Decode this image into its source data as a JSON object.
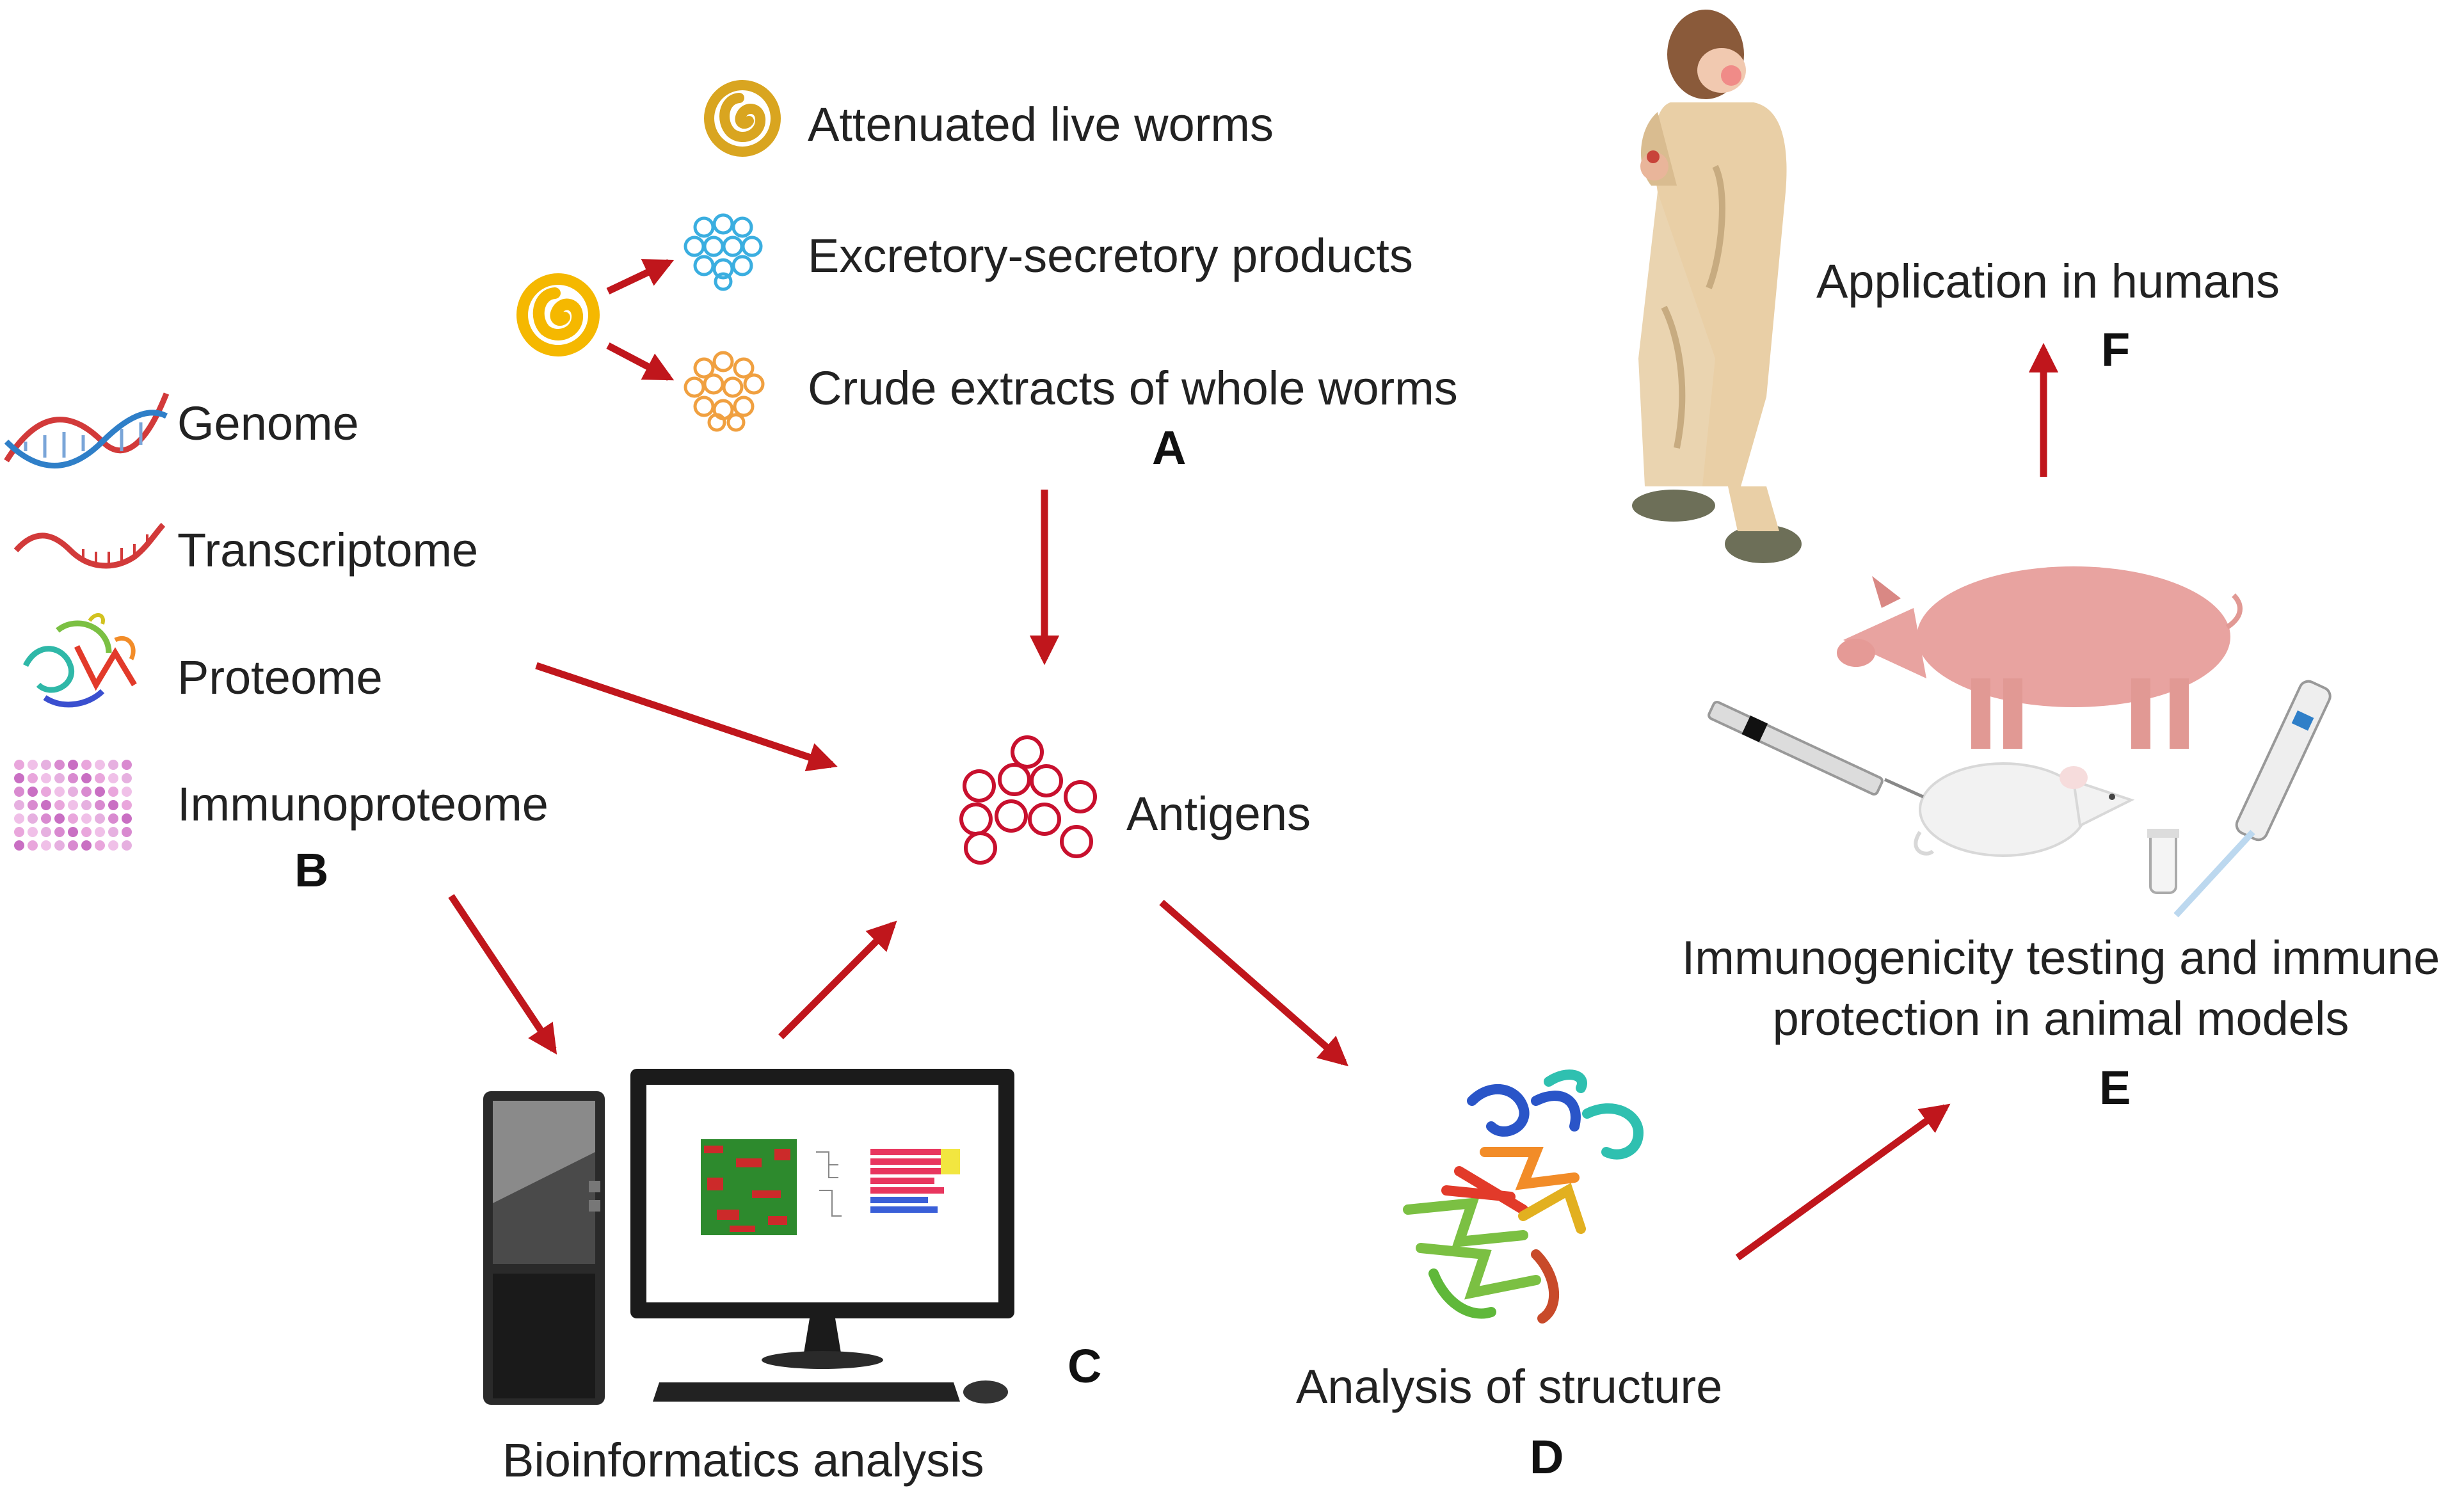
{
  "sources_a": {
    "attenuated": "Attenuated live worms",
    "excretory": "Excretory-secretory products",
    "crude": "Crude extracts of whole worms",
    "label": "A"
  },
  "omics_b": {
    "genome": "Genome",
    "transcriptome": "Transcriptome",
    "proteome": "Proteome",
    "immunoproteome": "Immunoproteome",
    "label": "B"
  },
  "antigens": "Antigens",
  "bioinformatics": {
    "text": "Bioinformatics analysis",
    "label": "C"
  },
  "structure": {
    "text": "Analysis of structure",
    "label": "D"
  },
  "animal_models": {
    "line1": "Immunogenicity testing and immune",
    "line2": "protection in animal models",
    "label": "E"
  },
  "humans": {
    "text": "Application in humans",
    "label": "F"
  },
  "colors": {
    "arrow": "#c0161c",
    "worm_gold": "#d9a520",
    "worm_yellow": "#f5b800",
    "es_blue": "#3aaee0",
    "crude_orange": "#f0a040",
    "antigen_red": "#c8102e",
    "pig_pink": "#e8a3a0",
    "human_beige": "#e9cfa6"
  }
}
